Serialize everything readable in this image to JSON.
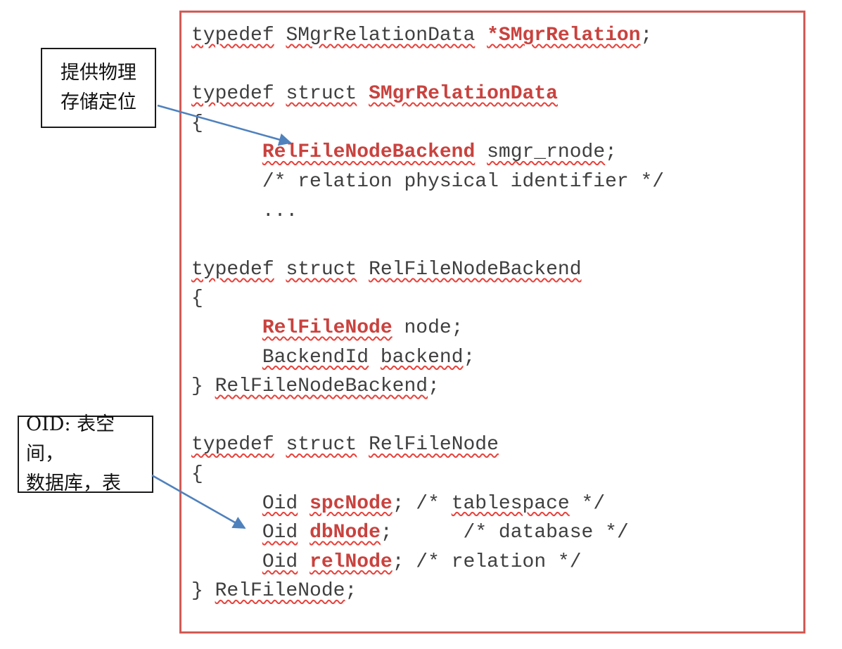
{
  "colors": {
    "code_text": "#3f3f3f",
    "accent_red": "#c9423e",
    "border_red": "#d25b56",
    "squiggle_red": "#e8413a",
    "arrow_blue": "#4f81bd"
  },
  "annotations": [
    {
      "id": "physical-storage-note",
      "lines": [
        "提供物理",
        "存储定位"
      ]
    },
    {
      "id": "oid-note",
      "lines": [
        "OID: 表空间，",
        "数据库，表"
      ]
    }
  ],
  "code": {
    "lines": [
      {
        "segments": [
          {
            "t": "typedef",
            "s": "w"
          },
          {
            "t": " "
          },
          {
            "t": "SMgrRelationData",
            "s": "w"
          },
          {
            "t": " "
          },
          {
            "t": "*SMgrRelation",
            "s": "bw"
          },
          {
            "t": ";"
          }
        ]
      },
      {
        "segments": []
      },
      {
        "segments": [
          {
            "t": "typedef",
            "s": "w"
          },
          {
            "t": " "
          },
          {
            "t": "struct",
            "s": "w"
          },
          {
            "t": " "
          },
          {
            "t": "SMgrRelationData",
            "s": "bw"
          }
        ]
      },
      {
        "segments": [
          {
            "t": "{"
          }
        ]
      },
      {
        "segments": [
          {
            "t": "      "
          },
          {
            "t": "RelFileNodeBackend",
            "s": "bw"
          },
          {
            "t": " "
          },
          {
            "t": "smgr_rnode",
            "s": "w"
          },
          {
            "t": ";"
          }
        ]
      },
      {
        "segments": [
          {
            "t": "      /* relation physical identifier */"
          }
        ]
      },
      {
        "segments": [
          {
            "t": "      ..."
          }
        ]
      },
      {
        "segments": []
      },
      {
        "segments": [
          {
            "t": "typedef",
            "s": "w"
          },
          {
            "t": " "
          },
          {
            "t": "struct",
            "s": "w"
          },
          {
            "t": " "
          },
          {
            "t": "RelFileNodeBackend",
            "s": "w"
          }
        ]
      },
      {
        "segments": [
          {
            "t": "{"
          }
        ]
      },
      {
        "segments": [
          {
            "t": "      "
          },
          {
            "t": "RelFileNode",
            "s": "bw"
          },
          {
            "t": " node;"
          }
        ]
      },
      {
        "segments": [
          {
            "t": "      "
          },
          {
            "t": "BackendId",
            "s": "w"
          },
          {
            "t": " "
          },
          {
            "t": "backend",
            "s": "w"
          },
          {
            "t": ";"
          }
        ]
      },
      {
        "segments": [
          {
            "t": "} "
          },
          {
            "t": "RelFileNodeBackend",
            "s": "w"
          },
          {
            "t": ";"
          }
        ]
      },
      {
        "segments": []
      },
      {
        "segments": [
          {
            "t": "typedef",
            "s": "w"
          },
          {
            "t": " "
          },
          {
            "t": "struct",
            "s": "w"
          },
          {
            "t": " "
          },
          {
            "t": "RelFileNode",
            "s": "w"
          }
        ]
      },
      {
        "segments": [
          {
            "t": "{"
          }
        ]
      },
      {
        "segments": [
          {
            "t": "      "
          },
          {
            "t": "Oid",
            "s": "w"
          },
          {
            "t": " "
          },
          {
            "t": "spcNode",
            "s": "bw"
          },
          {
            "t": "; /* "
          },
          {
            "t": "tablespace",
            "s": "w"
          },
          {
            "t": " */"
          }
        ]
      },
      {
        "segments": [
          {
            "t": "      "
          },
          {
            "t": "Oid",
            "s": "w"
          },
          {
            "t": " "
          },
          {
            "t": "dbNode",
            "s": "bw"
          },
          {
            "t": ";      /* database */"
          }
        ]
      },
      {
        "segments": [
          {
            "t": "      "
          },
          {
            "t": "Oid",
            "s": "w"
          },
          {
            "t": " "
          },
          {
            "t": "relNode",
            "s": "bw"
          },
          {
            "t": "; /* relation */"
          }
        ]
      },
      {
        "segments": [
          {
            "t": "} "
          },
          {
            "t": "RelFileNode",
            "s": "w"
          },
          {
            "t": ";"
          }
        ]
      }
    ]
  }
}
